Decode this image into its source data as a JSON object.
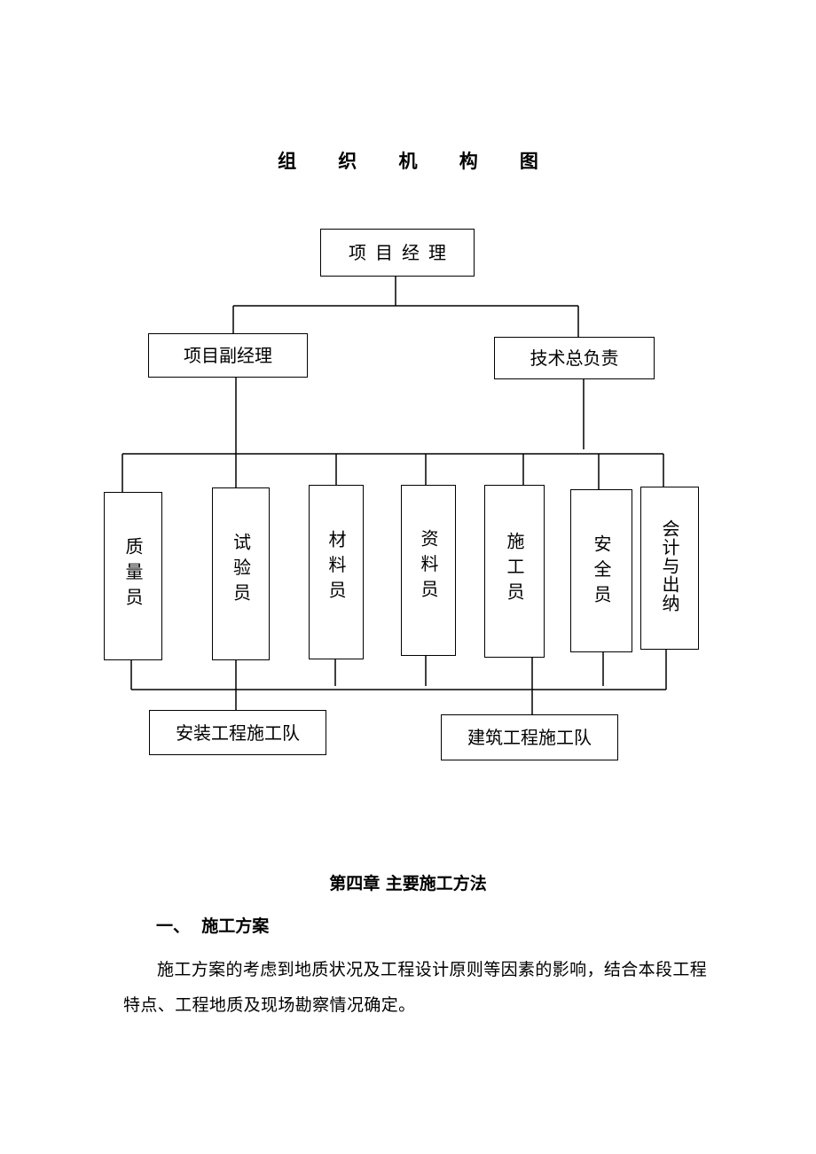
{
  "chart_title": "组 织 机 构 图",
  "org": {
    "manager": "项目经理",
    "deputy": "项目副经理",
    "tech_lead": "技术总负责",
    "staff": [
      {
        "key": "quality",
        "label": "质量员"
      },
      {
        "key": "test",
        "label": "试验员"
      },
      {
        "key": "material",
        "label": "材料员"
      },
      {
        "key": "document",
        "label": "资料员"
      },
      {
        "key": "construction",
        "label": "施工员"
      },
      {
        "key": "safety",
        "label": "安全员"
      },
      {
        "key": "accounting",
        "label": "会计与出纳"
      }
    ],
    "teams": {
      "install": "安装工程施工队",
      "building": "建筑工程施工队"
    }
  },
  "chapter_title": "第四章  主要施工方法",
  "section_title": "一、  施工方案",
  "paragraph": "施工方案的考虑到地质状况及工程设计原则等因素的影响，结合本段工程特点、工程地质及现场勘察情况确定。"
}
